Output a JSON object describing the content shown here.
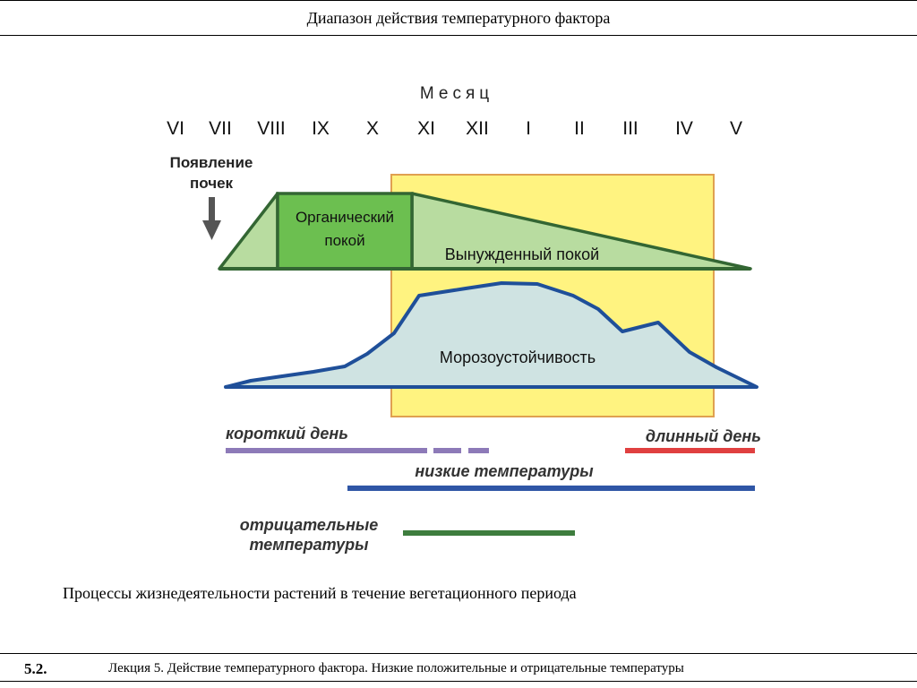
{
  "header": {
    "title": "Диапазон действия температурного фактора"
  },
  "diagram": {
    "axis_title": "Месяц",
    "months": [
      "VI",
      "VII",
      "VIII",
      "IX",
      "X",
      "XI",
      "XII",
      "I",
      "II",
      "III",
      "IV",
      "V"
    ],
    "bud_label": [
      "Появление",
      "почек"
    ],
    "organic_rest": [
      "Органический",
      "покой"
    ],
    "forced_rest": "Вынужденный покой",
    "frost_resistance": "Морозоустойчивость",
    "short_day": "короткий день",
    "long_day": "длинный день",
    "low_temps": "низкие температуры",
    "negative_temps": [
      "отрицательные",
      "температуры"
    ],
    "colors": {
      "winter_zone": "#fff380",
      "winter_border": "#e0a050",
      "rest_light": "#b8dca0",
      "rest_mid": "#6cbf50",
      "rest_border": "#336633",
      "frost_fill": "#cfe3e2",
      "frost_line": "#1f4f99",
      "short_day_bar": "#8d7ab8",
      "long_day_bar": "#e04040",
      "low_temp_bar": "#2f56a6",
      "neg_temp_bar": "#3e7d3e"
    }
  },
  "caption": "Процессы жизнедеятельности растений в течение вегетационного периода",
  "footer": {
    "number": "5.2.",
    "lecture": "Лекция 5. Действие температурного фактора. Низкие положительные и отрицательные температуры"
  }
}
